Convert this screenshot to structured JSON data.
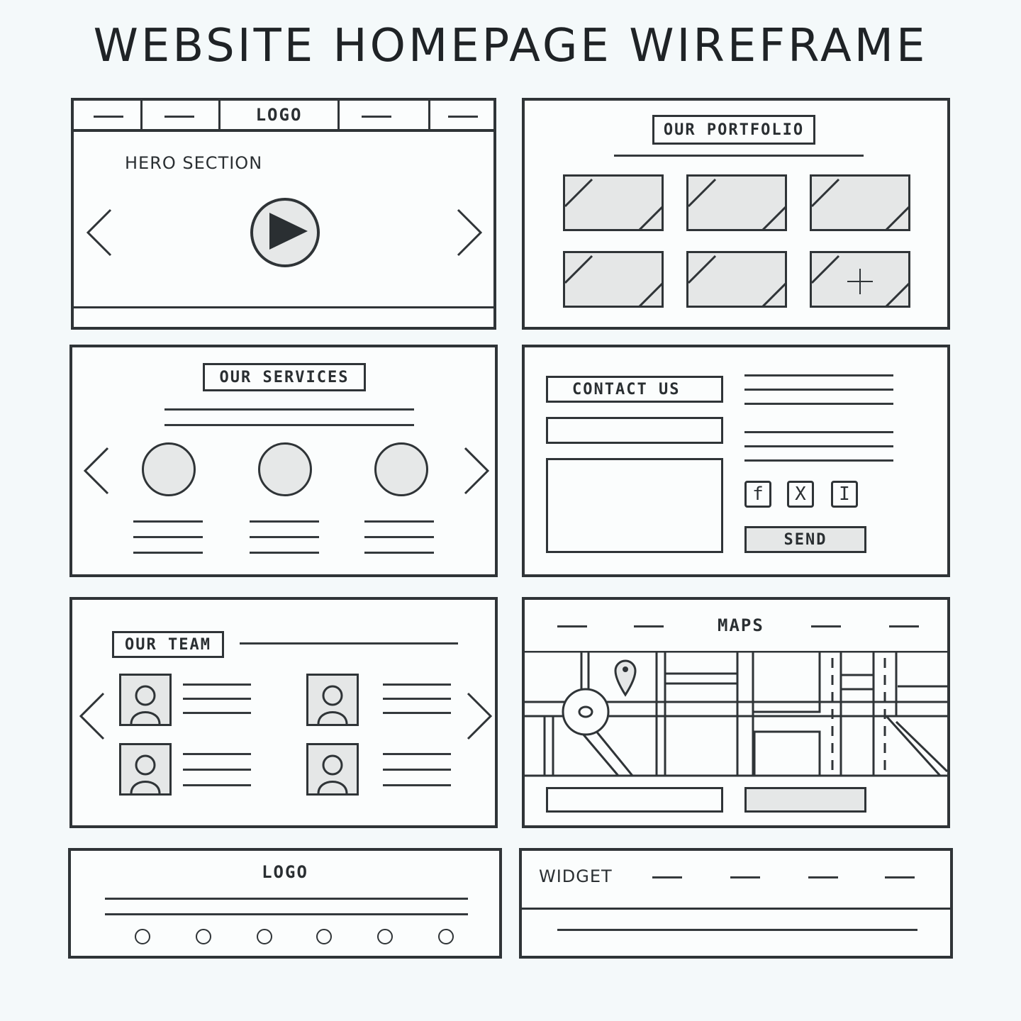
{
  "title": "WEBSITE HOMEPAGE WIREFRAME",
  "hero": {
    "nav_logo": "LOGO",
    "section_label": "HERO SECTION",
    "prev_icon": "chevron-left-icon",
    "next_icon": "chevron-right-icon",
    "play_icon": "play-icon"
  },
  "portfolio": {
    "heading": "OUR PORTFOLIO",
    "add_icon": "plus-icon"
  },
  "services": {
    "heading": "OUR SERVICES"
  },
  "contact": {
    "heading": "CONTACT US",
    "social": [
      "f",
      "X",
      "I"
    ],
    "send_label": "SEND"
  },
  "team": {
    "heading": "OUR TEAM"
  },
  "maps": {
    "heading": "MAPS",
    "pin_icon": "map-pin-icon"
  },
  "footer": {
    "logo": "LOGO",
    "widget_label": "WIDGET"
  },
  "colors": {
    "ink": "#2f3437",
    "paper": "#fbfdfd",
    "fill": "#e5e7e7",
    "background": "#f4f9fa"
  }
}
